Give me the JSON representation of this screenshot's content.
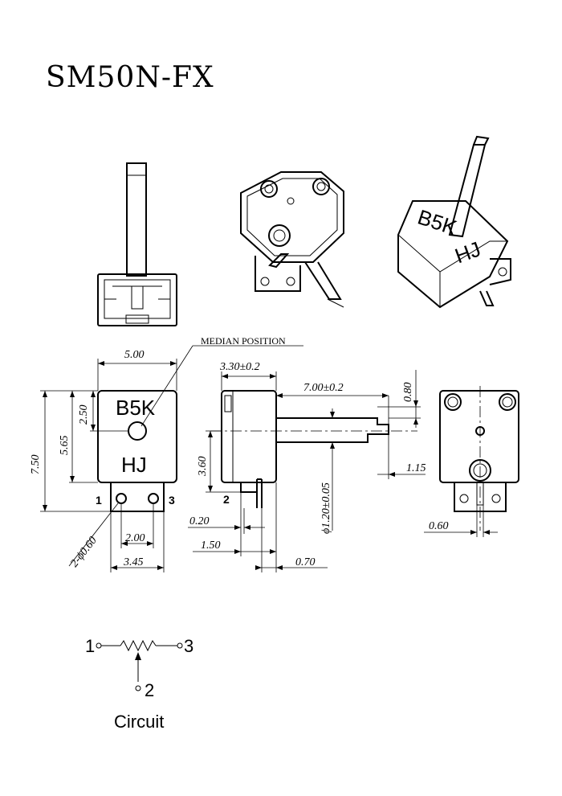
{
  "title": "SM50N-FX",
  "labels": {
    "median_position": "MEDIAN POSITION"
  },
  "markings": {
    "resistance": "B5K",
    "brand": "HJ"
  },
  "dimensions": {
    "width": "5.00",
    "height_total": "7.50",
    "height_body": "5.65",
    "center_from_top": "2.50",
    "pin_hole": "2-ϕ0.60",
    "pin_pitch": "2.00",
    "pin_span": "3.45",
    "depth": "3.30±0.2",
    "shaft_length": "7.00±0.2",
    "shaft_offset": "0.80",
    "shaft_dia": "ϕ1.20±0.05",
    "tip": "1.15",
    "center_height": "3.60",
    "lead_thickness": "0.20",
    "lead_offset": "1.50",
    "shaft_step": "0.70",
    "rear_pin": "0.60"
  },
  "pins": {
    "p1": "1",
    "p2": "2",
    "p3": "3"
  },
  "circuit": {
    "label": "Circuit",
    "p1": "1",
    "p2": "2",
    "p3": "3"
  }
}
